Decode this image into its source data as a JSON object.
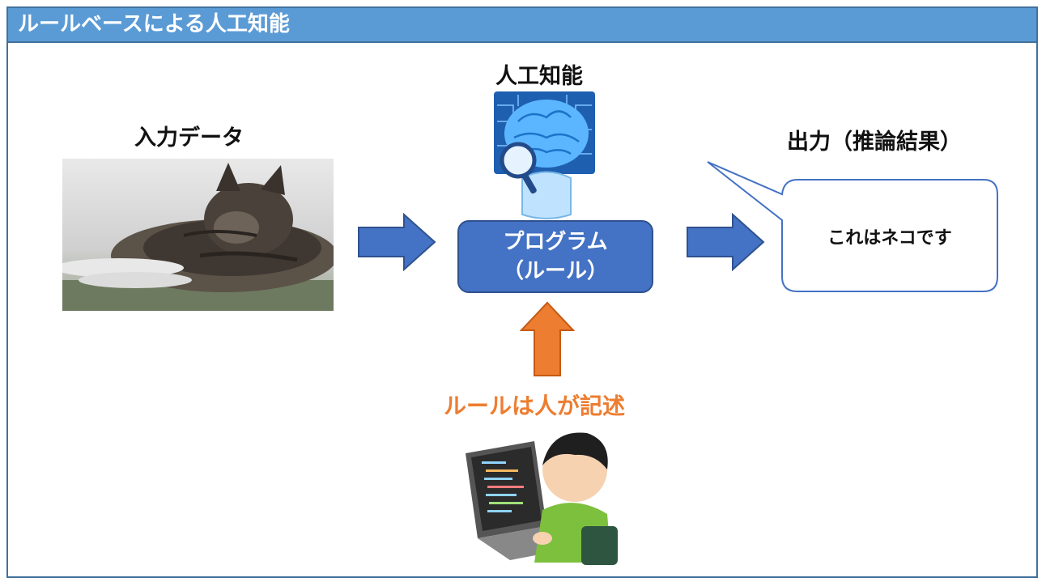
{
  "header": {
    "title": "ルールベースによる人工知能"
  },
  "input": {
    "label": "入力データ",
    "image": "cat-photo"
  },
  "ai": {
    "label": "人工知能",
    "icon": "ai-brain-icon"
  },
  "program": {
    "line1": "プログラム",
    "line2": "（ルール）"
  },
  "output": {
    "label": "出力（推論結果）",
    "bubble_text": "これはネコです"
  },
  "rule": {
    "text": "ルールは人が記述",
    "icon": "programmer-icon"
  },
  "colors": {
    "header_bg": "#5b9bd5",
    "frame_border": "#41719c",
    "program_bg": "#4472c4",
    "arrow_blue": "#4472c4",
    "arrow_orange": "#ed7d31",
    "rule_text": "#ed7d31"
  }
}
